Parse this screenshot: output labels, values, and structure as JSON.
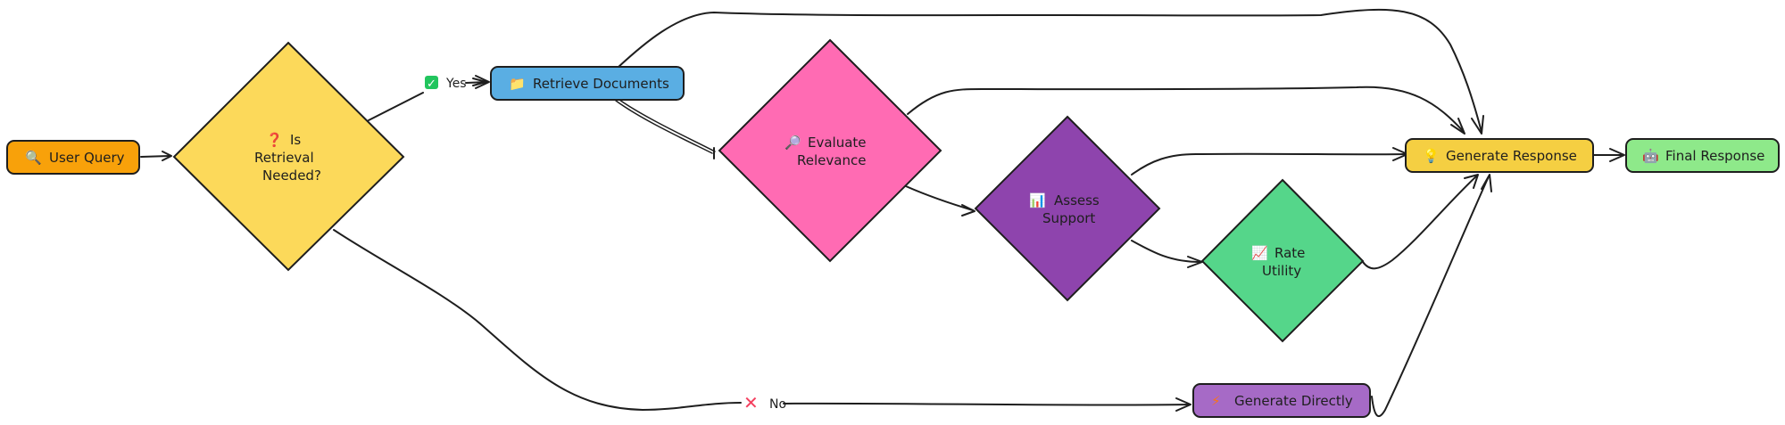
{
  "diagram": {
    "title": "Self-RAG style retrieval flow",
    "colors": {
      "user_query": "#f8a10a",
      "is_retrieval_needed": "#fcd95a",
      "retrieve_documents": "#5aaee3",
      "evaluate_relevance": "#ff6bb3",
      "assess_support": "#8e44ad",
      "rate_utility": "#55d68a",
      "generate_response": "#f5cf42",
      "final_response": "#8ee98a",
      "generate_directly": "#a66ac6",
      "stroke": "#1e1e1e",
      "yes_icon": "#22c55e",
      "no_icon": "#f43f5e"
    },
    "nodes": {
      "user_query": {
        "icon": "magnifier-icon",
        "glyph": "🔍",
        "label": "User Query",
        "shape": "rectangle"
      },
      "is_retrieval_needed": {
        "icon": "question-icon",
        "glyph": "❓",
        "lines": [
          "Is",
          "Retrieval",
          "Needed?"
        ],
        "shape": "diamond"
      },
      "retrieve_documents": {
        "icon": "folder-icon",
        "glyph": "📁",
        "label": "Retrieve Documents",
        "shape": "rectangle"
      },
      "evaluate_relevance": {
        "icon": "magnifier-icon",
        "glyph": "🔎",
        "lines": [
          "Evaluate",
          "Relevance"
        ],
        "shape": "diamond"
      },
      "assess_support": {
        "icon": "bar-chart-icon",
        "glyph": "📊",
        "lines": [
          "Assess",
          "Support"
        ],
        "shape": "diamond"
      },
      "rate_utility": {
        "icon": "line-chart-icon",
        "glyph": "📈",
        "lines": [
          "Rate",
          "Utility"
        ],
        "shape": "diamond"
      },
      "generate_response": {
        "icon": "lightbulb-icon",
        "glyph": "💡",
        "label": "Generate Response",
        "shape": "rectangle"
      },
      "final_response": {
        "icon": "robot-icon",
        "glyph": "🤖",
        "label": "Final Response",
        "shape": "rectangle"
      },
      "generate_directly": {
        "icon": "lightning-icon",
        "glyph": "⚡",
        "label": "Generate Directly",
        "shape": "rectangle"
      }
    },
    "edge_labels": {
      "yes": {
        "icon": "checkmark-icon",
        "glyph": "✓",
        "label": "Yes"
      },
      "no": {
        "icon": "cross-icon",
        "glyph": "✕",
        "label": "No"
      }
    },
    "edges": [
      {
        "from": "user_query",
        "to": "is_retrieval_needed"
      },
      {
        "from": "is_retrieval_needed",
        "to": "retrieve_documents",
        "label": "Yes"
      },
      {
        "from": "is_retrieval_needed",
        "to": "generate_directly",
        "label": "No"
      },
      {
        "from": "retrieve_documents",
        "to": "evaluate_relevance"
      },
      {
        "from": "retrieve_documents",
        "to": "generate_response"
      },
      {
        "from": "evaluate_relevance",
        "to": "assess_support"
      },
      {
        "from": "evaluate_relevance",
        "to": "generate_response"
      },
      {
        "from": "assess_support",
        "to": "rate_utility"
      },
      {
        "from": "assess_support",
        "to": "generate_response"
      },
      {
        "from": "rate_utility",
        "to": "generate_response"
      },
      {
        "from": "generate_directly",
        "to": "generate_response"
      },
      {
        "from": "generate_response",
        "to": "final_response"
      }
    ]
  }
}
